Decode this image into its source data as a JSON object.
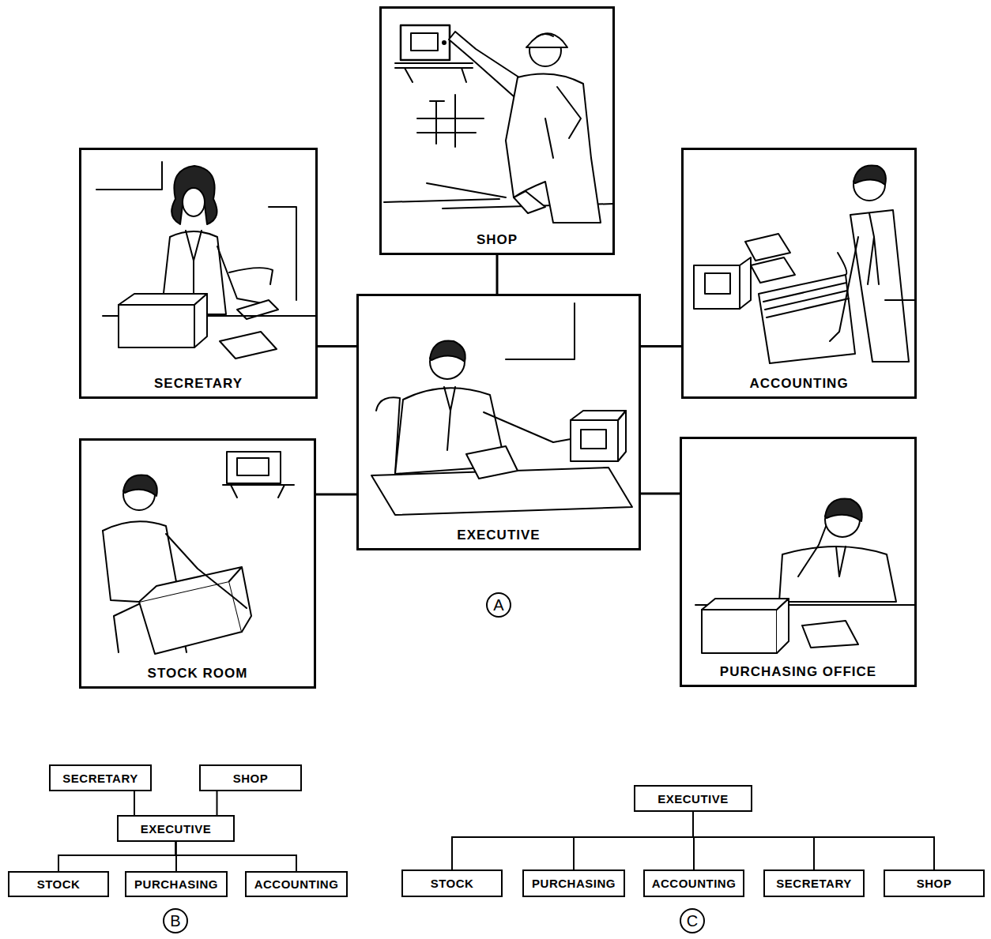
{
  "diagram": {
    "nodes": [
      {
        "text": [
          "SHOP"
        ]
      },
      {
        "text": [
          "SECRETARY"
        ]
      },
      {
        "text": [
          "ACCOUNTING"
        ]
      },
      {
        "text": [
          "EXECUTIVE"
        ]
      },
      {
        "text": [
          "STOCK ROOM"
        ]
      },
      {
        "text": [
          "PURCHASING OFFICE"
        ]
      },
      {
        "text": [
          "SECRETARY"
        ]
      },
      {
        "text": [
          "SHOP"
        ]
      },
      {
        "text": [
          "EXECUTIVE"
        ]
      },
      {
        "text": [
          "STOCK"
        ]
      },
      {
        "text": [
          "PURCHASING"
        ]
      },
      {
        "text": [
          "ACCOUNTING"
        ]
      },
      {
        "text": [
          "EXECUTIVE"
        ]
      },
      {
        "text": [
          "STOCK"
        ]
      },
      {
        "text": [
          "PURCHASING"
        ]
      },
      {
        "text": [
          "ACCOUNTING"
        ]
      },
      {
        "text": [
          "SECRETARY"
        ]
      },
      {
        "text": [
          "SHOP"
        ]
      }
    ],
    "edges": [
      {
        "from": 3,
        "to": 0,
        "arrow": "none"
      },
      {
        "from": 3,
        "to": 1,
        "arrow": "none"
      },
      {
        "from": 3,
        "to": 2,
        "arrow": "none"
      },
      {
        "from": 3,
        "to": 4,
        "arrow": "none"
      },
      {
        "from": 3,
        "to": 5,
        "arrow": "none"
      },
      {
        "from": 6,
        "to": 8,
        "arrow": "none"
      },
      {
        "from": 7,
        "to": 8,
        "arrow": "none"
      },
      {
        "from": 8,
        "to": 9,
        "arrow": "none"
      },
      {
        "from": 8,
        "to": 10,
        "arrow": "none"
      },
      {
        "from": 8,
        "to": 11,
        "arrow": "none"
      },
      {
        "from": 12,
        "to": 13,
        "arrow": "none"
      },
      {
        "from": 12,
        "to": 14,
        "arrow": "none"
      },
      {
        "from": 12,
        "to": 15,
        "arrow": "none"
      },
      {
        "from": 12,
        "to": 16,
        "arrow": "none"
      },
      {
        "from": 12,
        "to": 17,
        "arrow": "none"
      }
    ],
    "labels": [
      "A",
      "B",
      "C"
    ]
  }
}
